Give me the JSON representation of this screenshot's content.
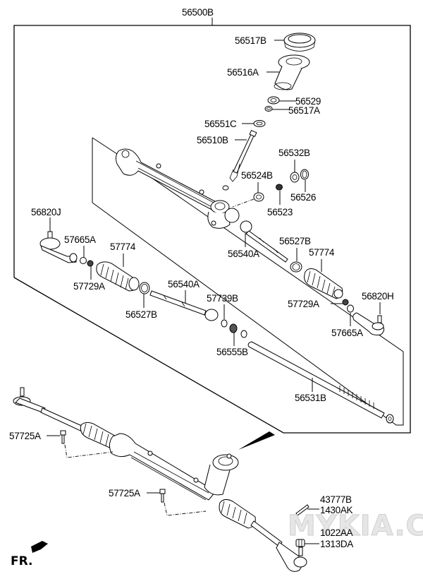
{
  "diagram": {
    "title_part": "56500B",
    "labels": {
      "p56517B": "56517B",
      "p56516A": "56516A",
      "p56529": "56529",
      "p56517A": "56517A",
      "p56551C": "56551C",
      "p56510B": "56510B",
      "p56532B": "56532B",
      "p56524B": "56524B",
      "p56526": "56526",
      "p56523": "56523",
      "p56820J": "56820J",
      "p57665A_left": "57665A",
      "p57774_left": "57774",
      "p57729A_left": "57729A",
      "p56540A_upper": "56540A",
      "p56527B_upper": "56527B",
      "p57774_right": "57774",
      "p56820H": "56820H",
      "p57729A_right": "57729A",
      "p57665A_right": "57665A",
      "p56540A_lower": "56540A",
      "p57739B": "57739B",
      "p56527B_lower": "56527B",
      "p56555B": "56555B",
      "p56531B": "56531B",
      "p57725A_upper": "57725A",
      "p57725A_lower": "57725A",
      "p43777B": "43777B",
      "p1430AK": "1430AK",
      "p1022AA": "1022AA",
      "p1313DA": "1313DA"
    },
    "direction_label": "FR.",
    "direction_icon": "front-arrow-icon",
    "watermark": "MYKIA.CLUB"
  }
}
